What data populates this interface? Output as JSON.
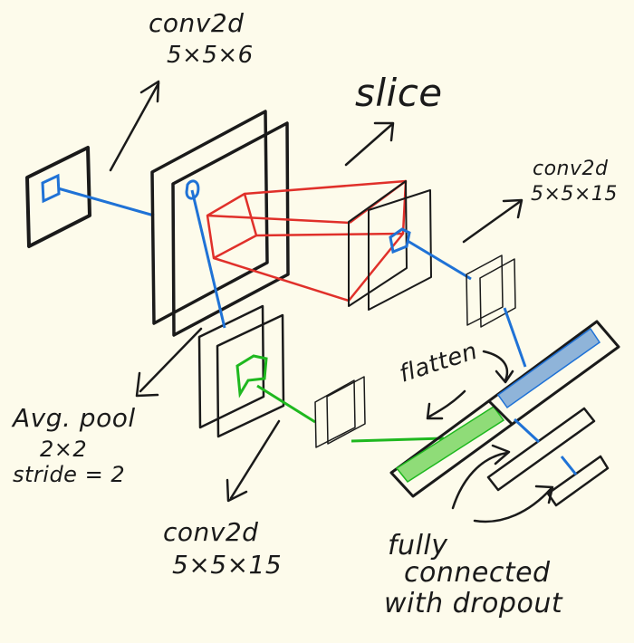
{
  "labels": {
    "conv1_line1": "conv2d",
    "conv1_line2": "5×5×6",
    "slice": "slice",
    "conv_right_line1": "conv2d",
    "conv_right_line2": "5×5×15",
    "flatten": "flatten",
    "pool_line1": "Avg. pool",
    "pool_line2": "2×2",
    "pool_line3": "stride = 2",
    "conv_bottom_line1": "conv2d",
    "conv_bottom_line2": "5×5×15",
    "fc_line1": "fully",
    "fc_line2": "connected",
    "fc_line3": "with dropout"
  },
  "colors": {
    "background": "#fdfbeb",
    "ink": "#1a1a1a",
    "blue_path": "#1f72d6",
    "red_path": "#e0302a",
    "green_path": "#1fb81f",
    "flatten_blue_fill": "#8fb4d9",
    "flatten_green_fill": "#8fdc78"
  }
}
